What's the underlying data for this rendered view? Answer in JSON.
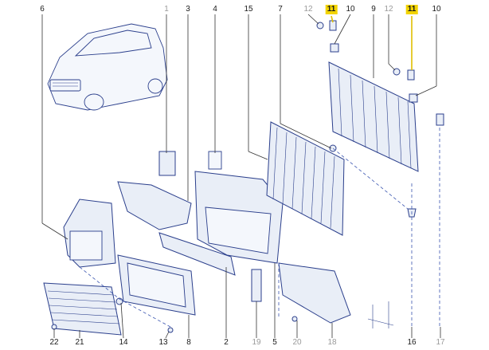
{
  "diagram": {
    "callouts": [
      {
        "id": "c6",
        "text": "6",
        "style": "normal"
      },
      {
        "id": "c1",
        "text": "1",
        "style": "grey"
      },
      {
        "id": "c3",
        "text": "3",
        "style": "normal"
      },
      {
        "id": "c4",
        "text": "4",
        "style": "normal"
      },
      {
        "id": "c15",
        "text": "15",
        "style": "normal"
      },
      {
        "id": "c7",
        "text": "7",
        "style": "normal"
      },
      {
        "id": "c12a",
        "text": "12",
        "style": "grey"
      },
      {
        "id": "c11a",
        "text": "11",
        "style": "highlight"
      },
      {
        "id": "c10a",
        "text": "10",
        "style": "normal"
      },
      {
        "id": "c9",
        "text": "9",
        "style": "normal"
      },
      {
        "id": "c12b",
        "text": "12",
        "style": "grey"
      },
      {
        "id": "c11b",
        "text": "11",
        "style": "highlight"
      },
      {
        "id": "c10b",
        "text": "10",
        "style": "normal"
      },
      {
        "id": "c22",
        "text": "22",
        "style": "normal"
      },
      {
        "id": "c21",
        "text": "21",
        "style": "normal"
      },
      {
        "id": "c14",
        "text": "14",
        "style": "normal"
      },
      {
        "id": "c13",
        "text": "13",
        "style": "normal"
      },
      {
        "id": "c8",
        "text": "8",
        "style": "normal"
      },
      {
        "id": "c2",
        "text": "2",
        "style": "normal"
      },
      {
        "id": "c19",
        "text": "19",
        "style": "grey"
      },
      {
        "id": "c5",
        "text": "5",
        "style": "normal"
      },
      {
        "id": "c20",
        "text": "20",
        "style": "grey"
      },
      {
        "id": "c18",
        "text": "18",
        "style": "grey"
      },
      {
        "id": "c16",
        "text": "16",
        "style": "normal"
      },
      {
        "id": "c17",
        "text": "17",
        "style": "grey"
      }
    ],
    "colors": {
      "line": "#2b3f8c",
      "fill": "#e9eef7",
      "highlight": "#f3d400"
    }
  }
}
